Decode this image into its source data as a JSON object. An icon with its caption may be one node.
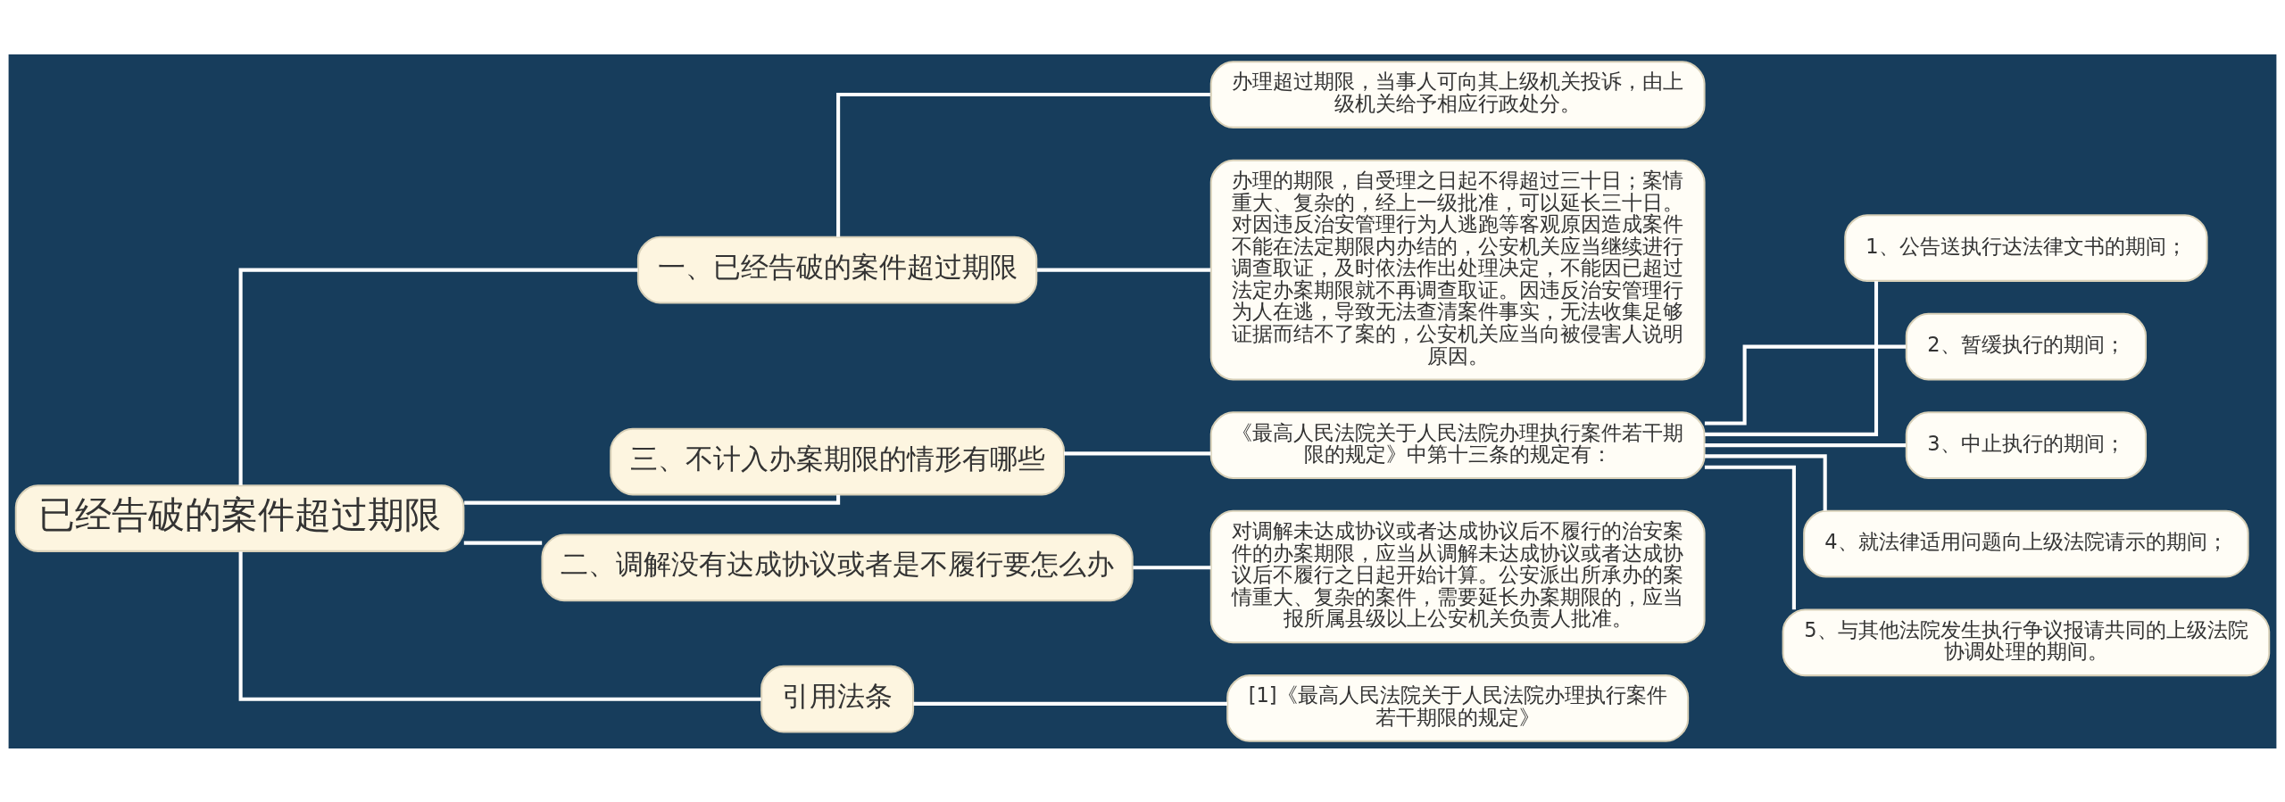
{
  "diagram": {
    "nodes": [
      {
        "text": [
          "已经告破的案件超过期限"
        ]
      },
      {
        "text": [
          "一、已经告破的案件超过期限"
        ]
      },
      {
        "text": [
          "办理超过期限，当事人可向其上级机关投诉，由上级机关给予相应行政处分。"
        ]
      },
      {
        "text": [
          "办理的期限，自受理之日起不得超过三十日；案情重大、复杂的，经上一级批准，可以延长三十日。对因违反治安管理行为人逃跑等客观原因造成案件不能在法定期限内办结的，公安机关应当继续进行调查取证，及时依法作出处理决定，不能因已超过法定办案期限就不再调查取证。因违反治安管理行为人在逃，导致无法查清案件事实，无法收集足够证据而结不了案的，公安机关应当向被侵害人说明原因。"
        ]
      },
      {
        "text": [
          "三、不计入办案期限的情形有哪些"
        ]
      },
      {
        "text": [
          "《最高人民法院关于人民法院办理执行案件若干期限的规定》中第十三条的规定有："
        ]
      },
      {
        "text": [
          "1、公告送执行达法律文书的期间；"
        ]
      },
      {
        "text": [
          "2、暂缓执行的期间；"
        ]
      },
      {
        "text": [
          "3、中止执行的期间；"
        ]
      },
      {
        "text": [
          "4、就法律适用问题向上级法院请示的期间；"
        ]
      },
      {
        "text": [
          "5、与其他法院发生执行争议报请共同的上级法院协调处理的期间。"
        ]
      },
      {
        "text": [
          "二、调解没有达成协议或者是不履行要怎么办"
        ]
      },
      {
        "text": [
          "对调解未达成协议或者达成协议后不履行的治安案件的办案期限，应当从调解未达成协议或者达成协议后不履行之日起开始计算。公安派出所承办的案情重大、复杂的案件，需要延长办案期限的，应当报所属县级以上公安机关负责人批准。"
        ]
      },
      {
        "text": [
          "引用法条"
        ]
      },
      {
        "text": [
          "[1]《最高人民法院关于人民法院办理执行案件若干期限的规定》"
        ]
      }
    ],
    "edges": [
      {
        "from": 0,
        "to": 1,
        "arrow": "none"
      },
      {
        "from": 1,
        "to": 2,
        "arrow": "none"
      },
      {
        "from": 1,
        "to": 3,
        "arrow": "none"
      },
      {
        "from": 0,
        "to": 4,
        "arrow": "none"
      },
      {
        "from": 4,
        "to": 5,
        "arrow": "none"
      },
      {
        "from": 5,
        "to": 6,
        "arrow": "none"
      },
      {
        "from": 5,
        "to": 7,
        "arrow": "none"
      },
      {
        "from": 5,
        "to": 8,
        "arrow": "none"
      },
      {
        "from": 5,
        "to": 9,
        "arrow": "none"
      },
      {
        "from": 5,
        "to": 10,
        "arrow": "none"
      },
      {
        "from": 0,
        "to": 11,
        "arrow": "none"
      },
      {
        "from": 11,
        "to": 12,
        "arrow": "none"
      },
      {
        "from": 0,
        "to": 13,
        "arrow": "none"
      },
      {
        "from": 13,
        "to": 14,
        "arrow": "none"
      }
    ]
  }
}
